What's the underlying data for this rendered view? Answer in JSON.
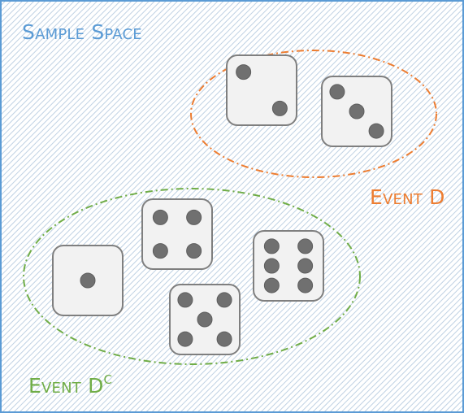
{
  "title": "Sample Space",
  "event_d": {
    "label": "Event D"
  },
  "event_dc": {
    "label": "Event D",
    "superscript": "C"
  },
  "colors": {
    "sample_space": "#5b9bd5",
    "event_d": "#ed7d31",
    "event_dc": "#70ad47",
    "die_face": "#f2f2f2",
    "die_border": "#7f7f7f",
    "pip": "#707070",
    "hatch": "#bfd1e3"
  },
  "dice": [
    {
      "name": "die-two",
      "group": "event_d",
      "value": 2
    },
    {
      "name": "die-three",
      "group": "event_d",
      "value": 3
    },
    {
      "name": "die-one",
      "group": "event_dc",
      "value": 1
    },
    {
      "name": "die-four",
      "group": "event_dc",
      "value": 4
    },
    {
      "name": "die-five",
      "group": "event_dc",
      "value": 5
    },
    {
      "name": "die-six",
      "group": "event_dc",
      "value": 6
    }
  ]
}
